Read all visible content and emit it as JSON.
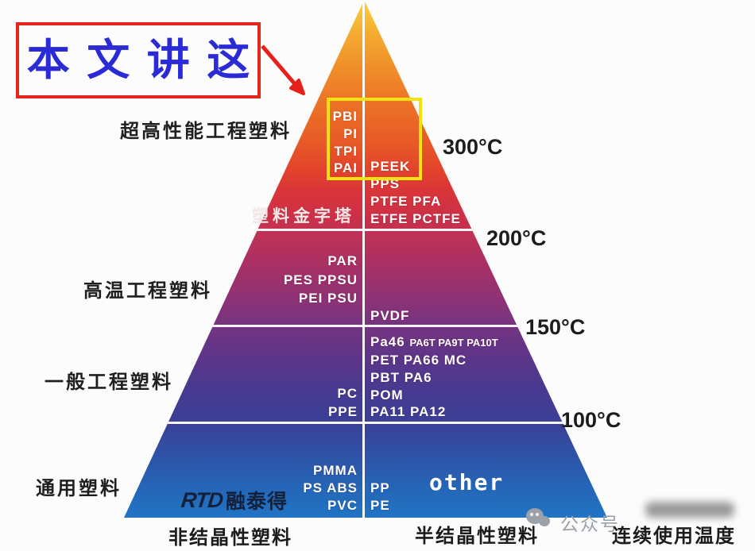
{
  "callout": {
    "text": "本 文 讲 这"
  },
  "category_labels": [
    "超高性能工程塑料",
    "高温工程塑料",
    "一般工程塑料",
    "通用塑料"
  ],
  "temperature_labels": [
    "300°C",
    "200°C",
    "150°C",
    "100°C"
  ],
  "axis_label": "连续使用温度",
  "column_labels": {
    "amorphous": "非结晶性塑料",
    "semi_crystalline": "半结晶性塑料"
  },
  "pyramid_title": "塑料金字塔",
  "left_column": [
    "PBI",
    "PI",
    "TPI",
    "PAI",
    "PAR",
    "PES PPSU",
    "PEI PSU",
    "PC",
    "PPE",
    "PMMA",
    "PS ABS",
    "PVC"
  ],
  "right_column": [
    "PEEK",
    "PPS",
    "PTFE PFA",
    "ETFE PCTFE",
    "PVDF",
    "PET PA66 MC",
    "PBT PA6",
    "POM",
    "PA11 PA12",
    "PP",
    "PE"
  ],
  "pa_row": {
    "big": "Pa46",
    "small": "PA6T PA9T PA10T"
  },
  "other_label": "other",
  "logo": {
    "mark": "RTD",
    "name": "融泰得"
  },
  "watermark": {
    "source": "公众号"
  },
  "colors": {
    "apex_yellow": "#f9d23f",
    "red": "#da3439",
    "purple": "#753480",
    "base_blue": "#2174c4",
    "callout_border": "#e3261d",
    "callout_text": "#2b2bd5",
    "highlight_yellow": "#f2e30c"
  }
}
